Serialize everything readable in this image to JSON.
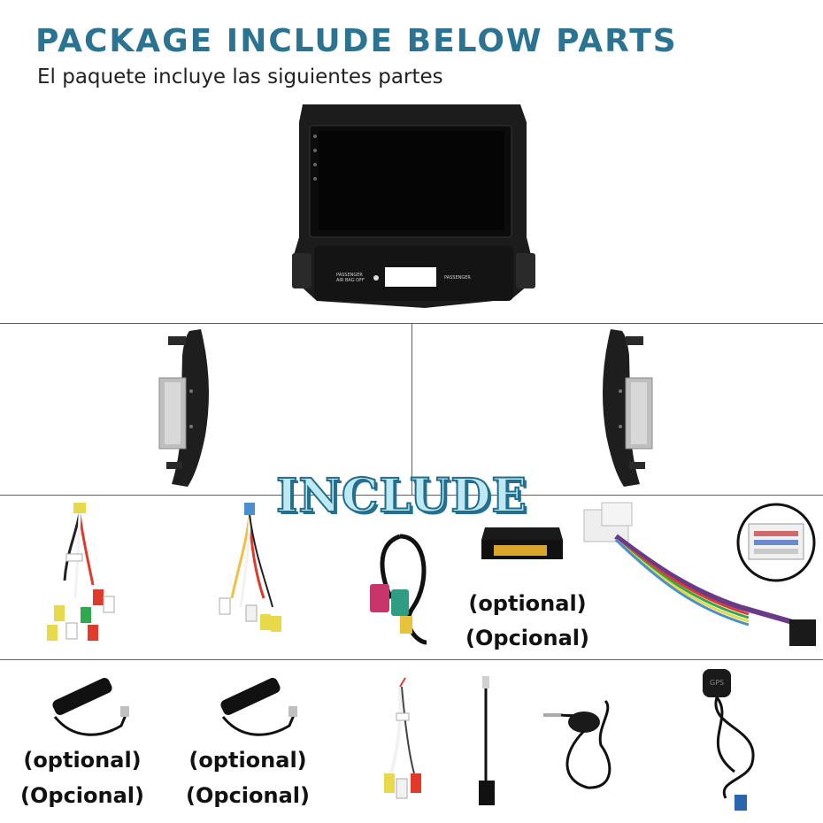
{
  "header": {
    "title": "PACKAGE INCLUDE BELOW PARTS",
    "subtitle": "El paquete incluye las siguientes partes"
  },
  "center_label": "INCLUDE",
  "head_unit": {
    "panel_left_label_line1": "PASSENGER",
    "panel_left_label_line2": "AIR BAG OFF",
    "panel_right_label": "PASSENGER"
  },
  "optional_labels": {
    "canbus_box_en": "(optional)",
    "canbus_box_es": "(Opcional)",
    "antenna1_en": "(optional)",
    "antenna1_es": "(Opcional)",
    "antenna2_en": "(optional)",
    "antenna2_es": "(Opcional)"
  },
  "gps_label": "GPS",
  "colors": {
    "heading": "#2a7393",
    "divider": "#2a7393",
    "include_fill": "#bfe9f2",
    "include_stroke": "#1f6e8e"
  },
  "icons": [
    "head-unit-image",
    "left-bracket-image",
    "right-bracket-image",
    "rca-cable-image",
    "rca-cable-2-image",
    "usb-cable-image",
    "canbus-box-image",
    "power-harness-image",
    "connector-closeup-image",
    "antenna-image",
    "antenna-2-image",
    "rca-short-cable-image",
    "antenna-adapter-image",
    "microphone-image",
    "gps-antenna-image"
  ]
}
